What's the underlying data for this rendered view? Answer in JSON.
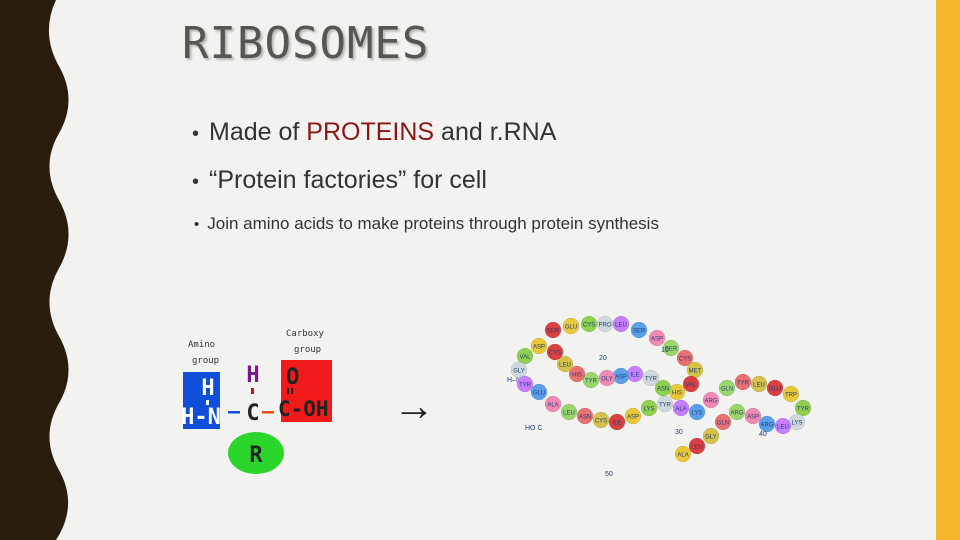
{
  "slide": {
    "title": "RIBOSOMES",
    "bullets": [
      {
        "parts": [
          "Made of ",
          "PROTEINS",
          " and r.RNA"
        ]
      },
      {
        "text": "“Protein factories” for cell"
      },
      {
        "text": "Join amino acids to make proteins through protein synthesis"
      }
    ],
    "bullet_glyph": "•",
    "arrow_glyph": "→"
  },
  "amino_acid_figure": {
    "amino_label": [
      "Amino",
      "group"
    ],
    "carboxy_label": [
      "Carboxy",
      "group"
    ],
    "amino_text": [
      "H",
      "H-N"
    ],
    "center_text": [
      "H",
      "C"
    ],
    "carboxy_text": [
      "O",
      "C-OH"
    ],
    "r_text": "R",
    "dash": "–"
  },
  "protein_chain": {
    "residues": [
      "SER",
      "GLU",
      "CYS",
      "PRO",
      "LEU",
      "SER",
      "ASP",
      "SER",
      "CYS",
      "MET",
      "VAL",
      "HIS",
      "ASN",
      "TYR",
      "ILE",
      "ASP",
      "GLY",
      "TYR",
      "HIS",
      "LEU",
      "CYS",
      "ASP",
      "VAL",
      "GLY",
      "TYR",
      "GLU",
      "ALA",
      "LEU",
      "ASN",
      "CYS",
      "ILE",
      "ASP",
      "LYS",
      "TYR",
      "ALA",
      "LYS",
      "ARG",
      "GLN",
      "TYR",
      "LEU",
      "GLU",
      "TRP",
      "TYR",
      "LYS",
      "LEU",
      "ARG",
      "ASP",
      "ARG",
      "GLN",
      "GLY",
      "LEU",
      "ALA"
    ],
    "numbers": [
      "10",
      "20",
      "30",
      "40",
      "50"
    ],
    "n_terminus": "H–N–H",
    "c_terminus": "HO C"
  },
  "colors": {
    "right_bar": "#f4b72a",
    "left_border": "#2a1d0d",
    "highlight": "#8b1515",
    "amino_box": "#0f4ed8",
    "carboxy_box": "#f11a1a",
    "r_circle": "#2bd52b"
  }
}
